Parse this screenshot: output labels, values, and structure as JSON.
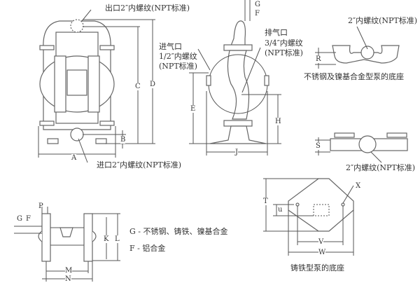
{
  "labels": {
    "outlet": "出口2″内螺纹(NPT标准)",
    "inlet": "进口2″内螺纹(NPT标准)",
    "air_inlet": [
      "进气口",
      "1/2″内螺纹",
      "(NPT标准)"
    ],
    "exhaust": [
      "排气口",
      "3/4″内螺纹",
      "(NPT标准)"
    ],
    "ss_base_port": "2″内螺纹(NPT标准)",
    "ss_base_caption": "不锈钢及镍基合金型泵的底座",
    "al_base_port": "2″内螺纹(NPT标准)",
    "ci_base_caption": "铸铁型泵的底座",
    "legend_g": "G - 不锈钢、铸铁、镍基合金",
    "legend_f": "F - 铝合金"
  },
  "dims": {
    "A": "A",
    "B": "B",
    "C": "C",
    "D": "D",
    "E": "E",
    "F": "F",
    "G": "G",
    "H": "H",
    "J": "J",
    "K": "K",
    "L": "L",
    "M": "M",
    "N": "N",
    "P": "P",
    "R": "R",
    "S": "S",
    "T": "T",
    "U": "u",
    "V": "V",
    "W": "W",
    "X": "X"
  }
}
